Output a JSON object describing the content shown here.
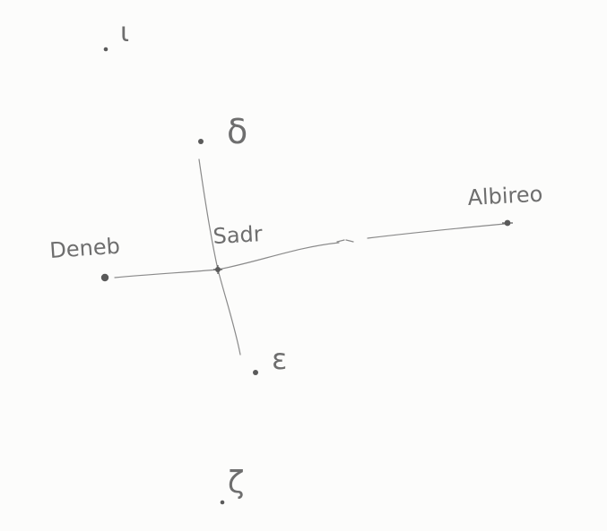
{
  "diagram": {
    "stars": {
      "deneb": {
        "label": "Deneb"
      },
      "sadr": {
        "label": "Sadr"
      },
      "albireo": {
        "label": "Albireo"
      },
      "delta": {
        "label": "δ"
      },
      "epsilon": {
        "label": "ε"
      },
      "iota": {
        "label": "ι"
      },
      "zeta": {
        "label": "ζ"
      }
    },
    "colors": {
      "paper": "#fcfcfb",
      "pencil": "#6e6e6e",
      "star": "#5a5a5a"
    }
  }
}
